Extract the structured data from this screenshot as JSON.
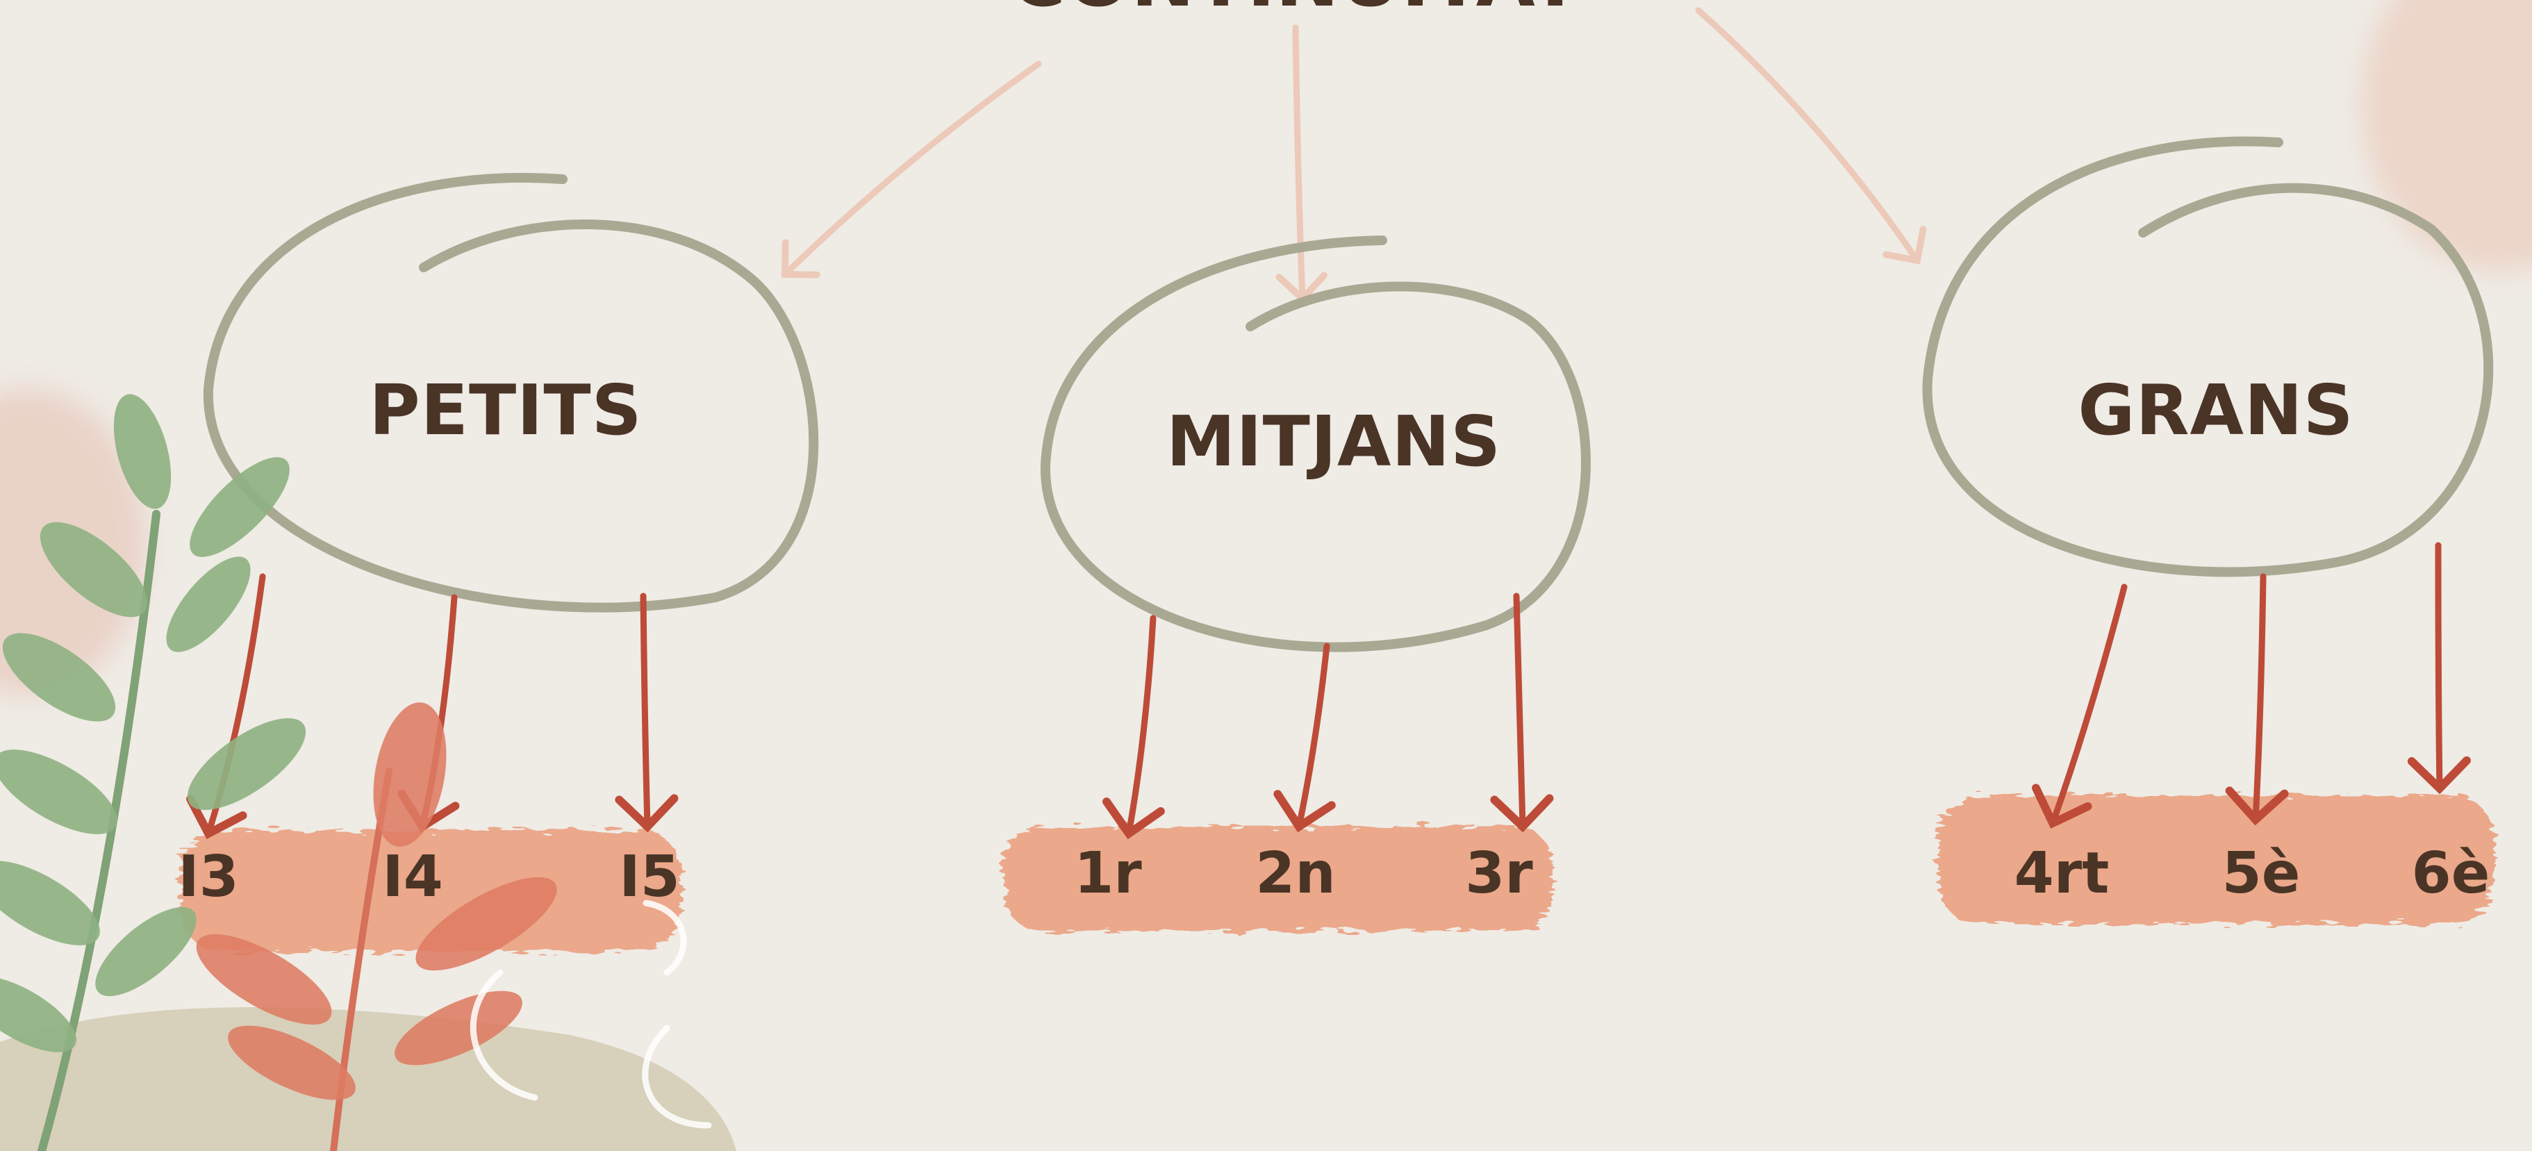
{
  "header": {
    "partial_title": "CONTINUÏTAT"
  },
  "groups": [
    {
      "label": "PETITS",
      "levels": [
        "I3",
        "I4",
        "I5"
      ]
    },
    {
      "label": "MITJANS",
      "levels": [
        "1r",
        "2n",
        "3r"
      ]
    },
    {
      "label": "GRANS",
      "levels": [
        "4rt",
        "5è",
        "6è"
      ]
    }
  ],
  "colors": {
    "background": "#efebe5",
    "ellipse": "#a9a892",
    "top_arrow": "#ecc9b8",
    "level_arrow": "#bd4b38",
    "band": "#eba88a",
    "text": "#4a3426"
  }
}
